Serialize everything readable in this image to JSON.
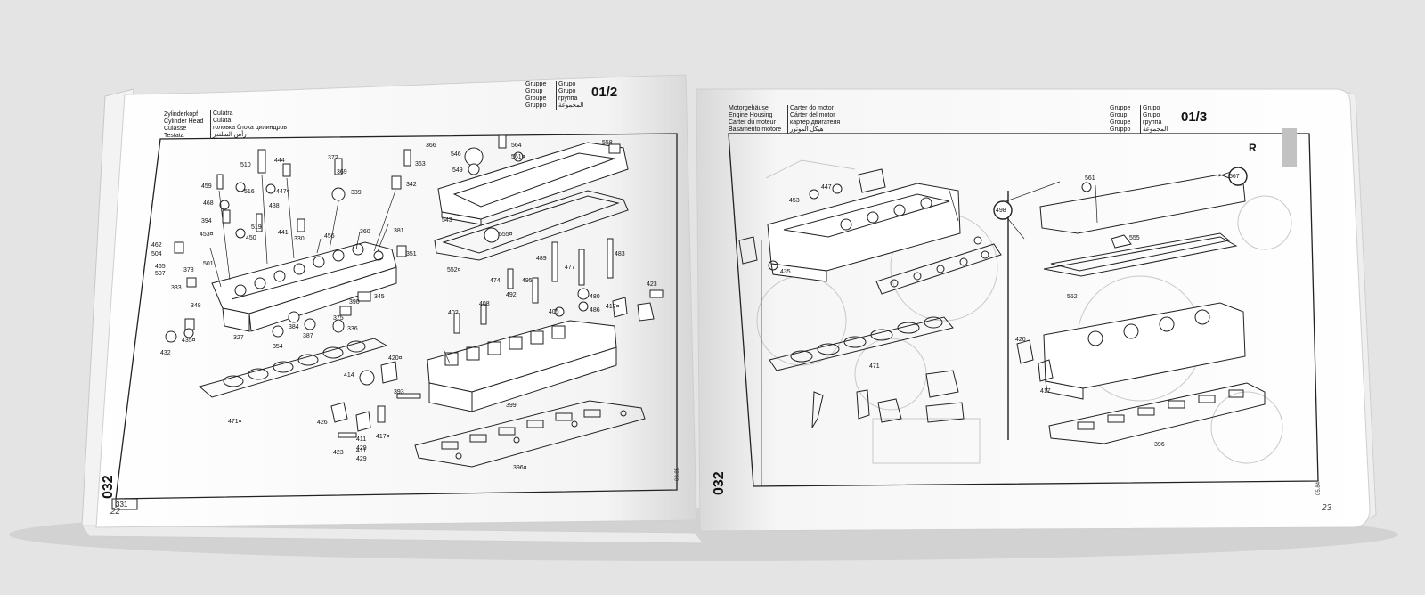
{
  "left_page": {
    "header_left": [
      "Zylinderkopf",
      "Cylinder Head",
      "Culasse",
      "Testata"
    ],
    "header_mid": [
      "Culatra",
      "Culata",
      "головка блока цилиндров",
      "رأس السلندر"
    ],
    "group_labels_left": [
      "Gruppe",
      "Group",
      "Groupe",
      "Gruppo"
    ],
    "group_labels_right": [
      "Grupo",
      "Grupo",
      "группа",
      "المجموعة"
    ],
    "group_number": "01/2",
    "spine_code": "032",
    "page_code": "331",
    "page_number": "22",
    "edge_code": "03.85",
    "part_labels": [
      "366",
      "363",
      "546",
      "564",
      "561¤",
      "558",
      "549",
      "510",
      "444",
      "372",
      "369",
      "342",
      "459",
      "516",
      "447¤",
      "339",
      "468",
      "438",
      "394",
      "519",
      "453¤",
      "450",
      "441",
      "330",
      "456",
      "360",
      "381",
      "462",
      "504",
      "465",
      "507",
      "378",
      "501",
      "351",
      "333",
      "543",
      "555¤",
      "552¤",
      "489",
      "477",
      "483",
      "474",
      "495",
      "492",
      "423",
      "480",
      "486",
      "417¤",
      "348",
      "408",
      "405",
      "390",
      "345",
      "375",
      "336",
      "387",
      "432",
      "435¤",
      "384",
      "402",
      "327",
      "354",
      "411",
      "429",
      "420¤",
      "414",
      "393",
      "399",
      "426",
      "411",
      "429",
      "423",
      "417¤",
      "471¤",
      "396¤"
    ]
  },
  "right_page": {
    "header_left": [
      "Motorgehäuse",
      "Engine Housing",
      "Carter du moteur",
      "Basamento motore"
    ],
    "header_mid": [
      "Carter do motor",
      "Cárter del motor",
      "картер двигателя",
      "هيكل الموتور"
    ],
    "group_labels_left": [
      "Gruppe",
      "Group",
      "Groupe",
      "Gruppo"
    ],
    "group_labels_right": [
      "Grupo",
      "Grupo",
      "группа",
      "المجموعة"
    ],
    "group_number": "01/3",
    "spine_code": "032",
    "page_number": "23",
    "edge_code": "05.84",
    "corner_letter": "R",
    "part_labels": [
      "561",
      "567",
      "447",
      "453",
      "498",
      "555",
      "435",
      "552",
      "420",
      "471",
      "417",
      "396"
    ]
  }
}
